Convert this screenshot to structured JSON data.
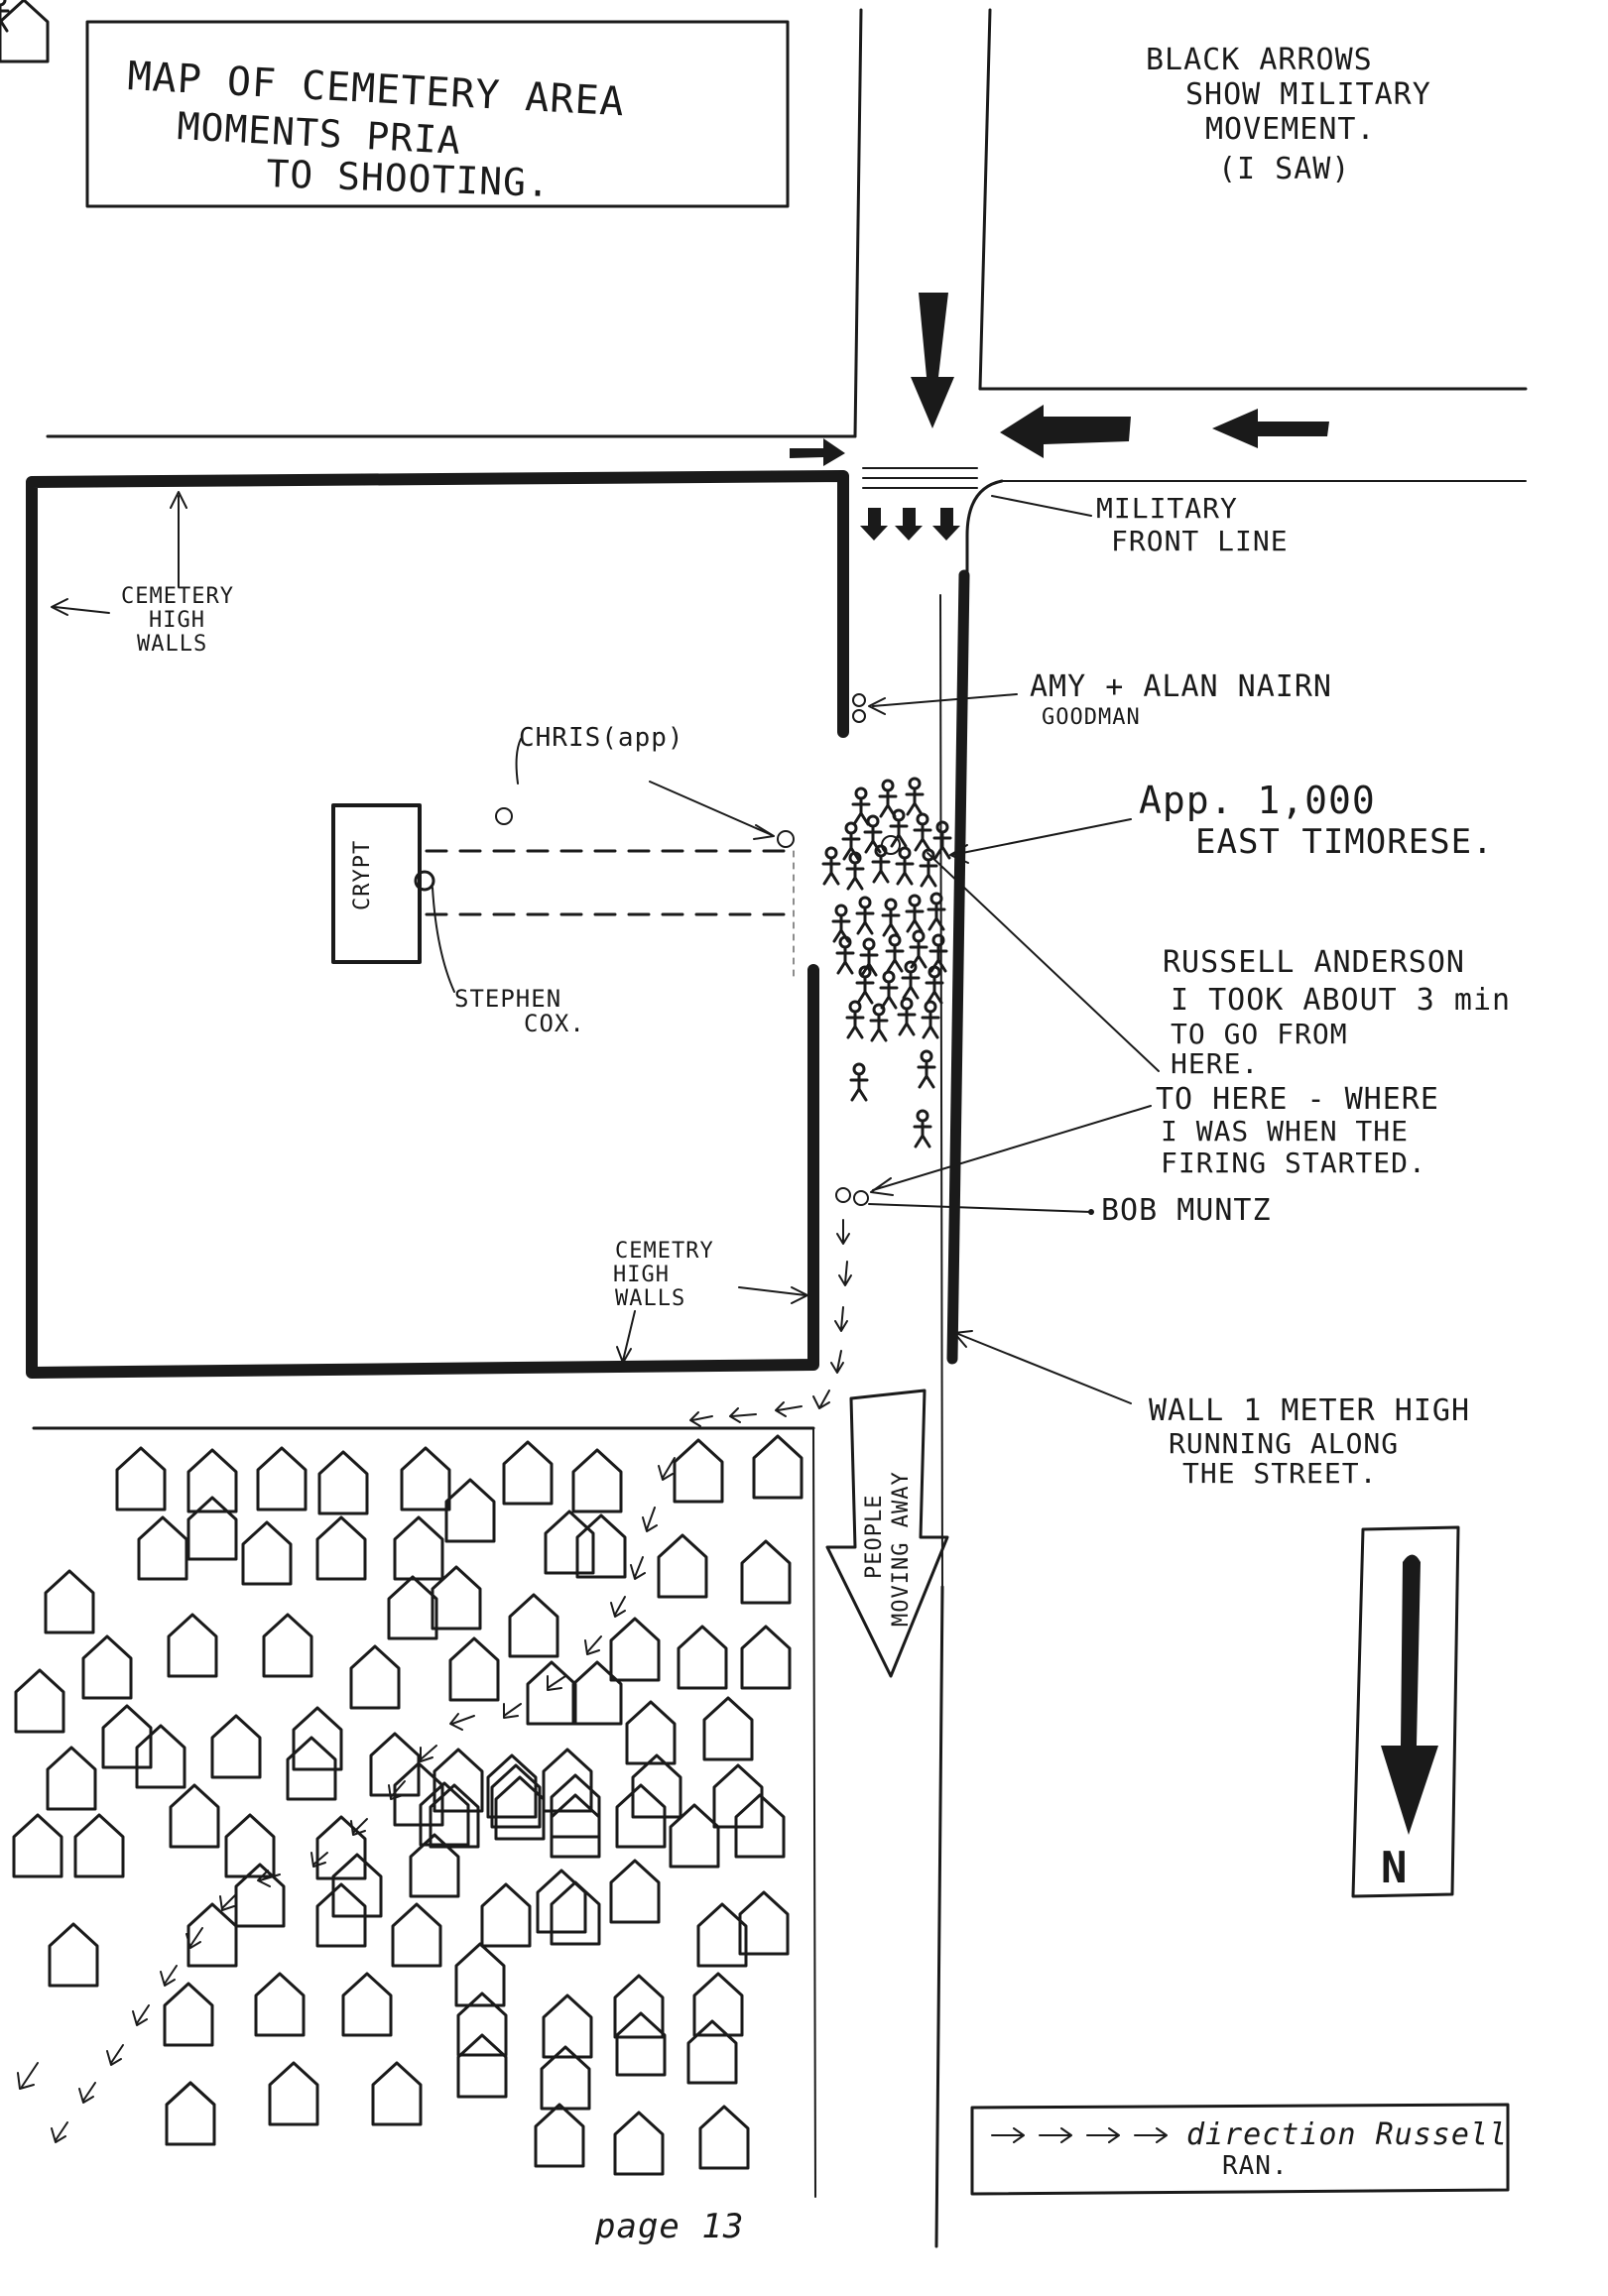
{
  "title": {
    "line1": "MAP OF CEMETERY AREA",
    "line2": "MOMENTS PRIA",
    "line3": "TO SHOOTING."
  },
  "legend_arrows": {
    "line1": "BLACK ARROWS",
    "line2": "SHOW MILITARY",
    "line3": "MOVEMENT.",
    "line4": "(I SAW)"
  },
  "labels": {
    "military_front_line_1": "MILITARY",
    "military_front_line_2": "FRONT LINE",
    "cemetery_walls_1": "CEMETERY",
    "cemetery_walls_2": "HIGH",
    "cemetery_walls_3": "WALLS",
    "amy_alan_1": "AMY + ALAN NAIRN",
    "amy_alan_2": "GOODMAN",
    "chris": "CHRIS(app)",
    "crypt": "CRYPT",
    "stephen_1": "STEPHEN",
    "stephen_2": "COX.",
    "crowd_1": "App. 1,000",
    "crowd_2": "EAST TIMORESE.",
    "russell_1": "RUSSELL ANDERSON",
    "russell_2": "I TOOK ABOUT 3 min",
    "russell_3": "TO GO FROM",
    "russell_4": "HERE.",
    "russell_5": "TO HERE - WHERE",
    "russell_6": "I WAS WHEN THE",
    "russell_7": "FIRING STARTED.",
    "bob": "BOB MUNTZ",
    "cemetery_walls_lower_1": "CEMETRY",
    "cemetery_walls_lower_2": "HIGH",
    "cemetery_walls_lower_3": "WALLS",
    "wall_1": "WALL  1 METER HIGH",
    "wall_2": "RUNNING ALONG",
    "wall_3": "THE STREET.",
    "people_1": "PEOPLE",
    "people_2": "MOVING AWAY",
    "north": "N",
    "direction_1": "direction Russell",
    "direction_2": "RAN.",
    "page": "page 13"
  }
}
